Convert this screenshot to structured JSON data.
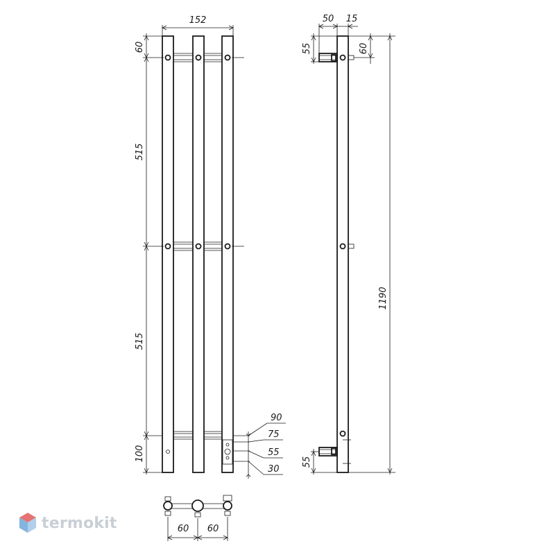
{
  "brand": {
    "name": "termokit",
    "colors": {
      "logo_blue": "#5b9bd5",
      "logo_red": "#e05a5a",
      "logo_text": "#c9cfd6"
    }
  },
  "front_view": {
    "width_label": "152",
    "top_offset_label": "60",
    "upper_span_label": "515",
    "lower_span_label": "515",
    "bottom_label": "100",
    "connection_labels": [
      "90",
      "75",
      "55",
      "30"
    ]
  },
  "side_view": {
    "depth_label": "50",
    "wall_offset_label": "15",
    "top_bracket_label": "55",
    "top_offset_label": "60",
    "height_label": "1190",
    "bottom_bracket_label": "55"
  },
  "top_view": {
    "spacing_labels": [
      "60",
      "60"
    ]
  }
}
